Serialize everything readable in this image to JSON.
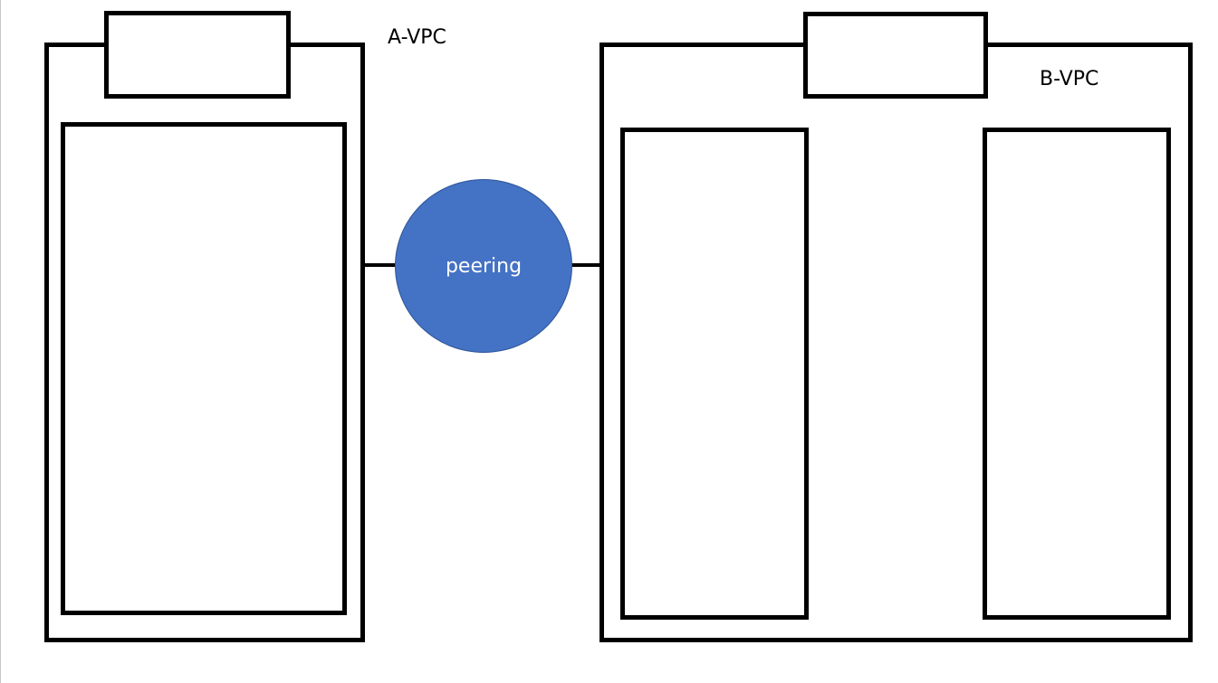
{
  "vpc_a": {
    "label": "A-VPC"
  },
  "vpc_b": {
    "label": "B-VPC"
  },
  "peering": {
    "label": "peering"
  },
  "colors": {
    "outline": "#000000",
    "peering_fill": "#4472c4",
    "peering_text": "#ffffff",
    "background": "#ffffff"
  }
}
